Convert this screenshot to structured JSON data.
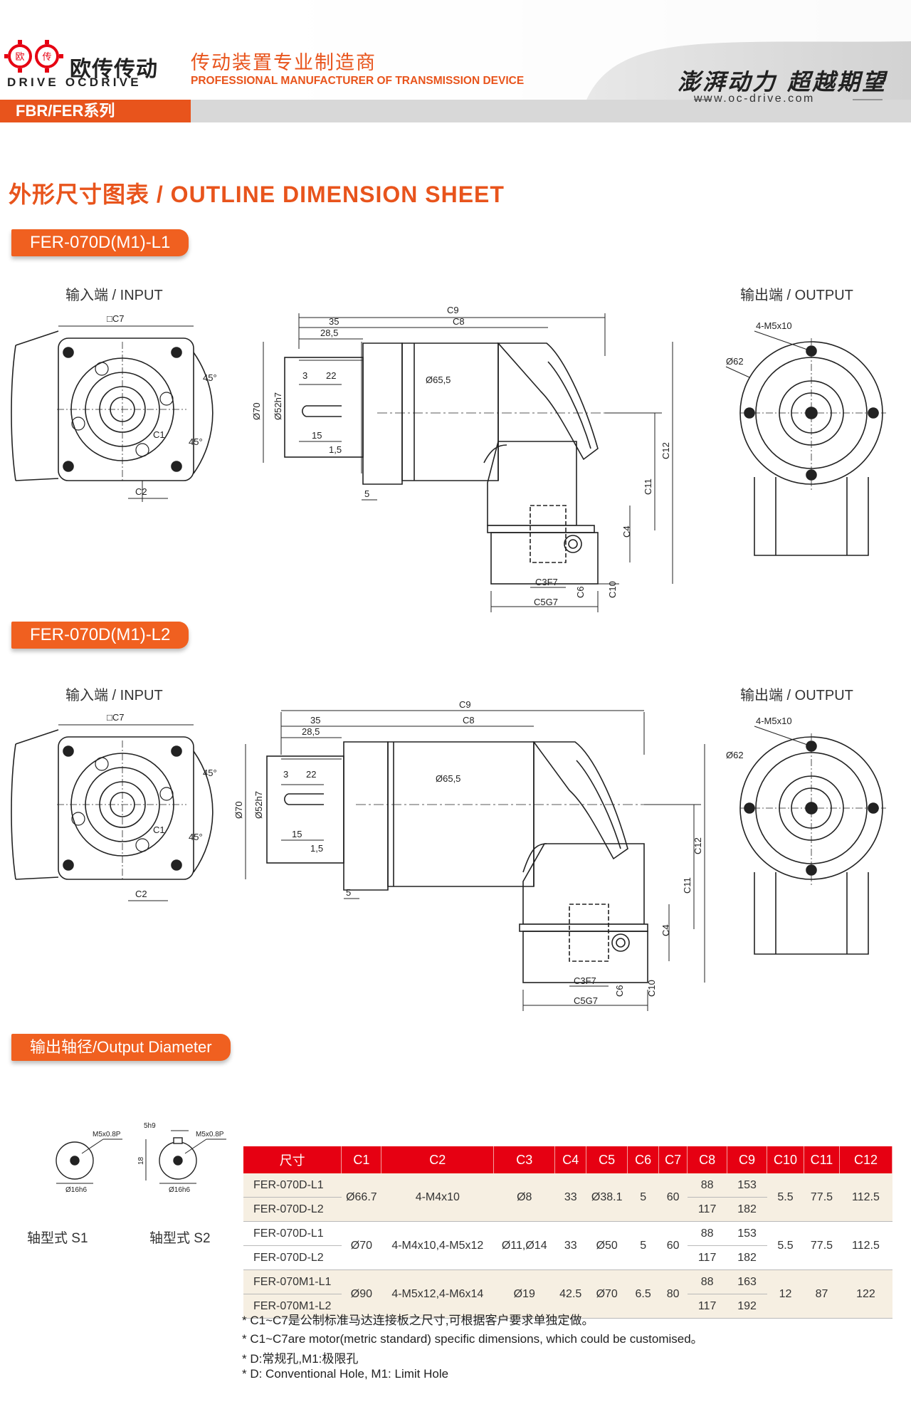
{
  "header": {
    "brand_cn": "欧传传动",
    "brand_en": "DRIVE OCDRIVE",
    "logo_text": "欧传",
    "tagline_cn": "传动装置专业制造商",
    "tagline_en": "PROFESSIONAL MANUFACTURER OF TRANSMISSION DEVICE",
    "slogan": "澎湃动力 超越期望",
    "website": "www.oc-drive.com",
    "series_tab": "FBR/FER系列"
  },
  "sheet_title": "外形尺寸图表 / OUTLINE DIMENSION SHEET",
  "sections": [
    {
      "badge": "FER-070D(M1)-L1",
      "input_label": "输入端 / INPUT",
      "output_label": "输出端 / OUTPUT"
    },
    {
      "badge": "FER-070D(M1)-L2",
      "input_label": "输入端 / INPUT",
      "output_label": "输出端 / OUTPUT"
    }
  ],
  "dims": {
    "c7": "□C7",
    "angle": "45°",
    "c1": "C1",
    "c2": "C2",
    "c9": "C9",
    "v35": "35",
    "c8": "C8",
    "v28_5": "28,5",
    "v3": "3",
    "v22": "22",
    "v15": "15",
    "v1_5": "1,5",
    "v5": "5",
    "d70": "Ø70",
    "d52": "Ø52h7",
    "d65": "Ø65,5",
    "c12": "C12",
    "c11": "C11",
    "c4": "C4",
    "c10": "C10",
    "c6": "C6",
    "c3": "C3F7",
    "c5": "C5G7",
    "m5": "4-M5x10",
    "d62": "Ø62"
  },
  "output_diameter": {
    "badge": "输出轴径/Output Diameter",
    "s1_label": "轴型式 S1",
    "s2_label": "轴型式 S2",
    "thread": "M5x0.8P",
    "dia": "Ø16h6",
    "key_w": "5h9",
    "key_h": "18"
  },
  "table": {
    "headers": [
      "尺寸",
      "C1",
      "C2",
      "C3",
      "C4",
      "C5",
      "C6",
      "C7",
      "C8",
      "C9",
      "C10",
      "C11",
      "C12"
    ],
    "groups": [
      {
        "rows": [
          {
            "model": "FER-070D-L1",
            "c8": "88",
            "c9": "153"
          },
          {
            "model": "FER-070D-L2",
            "c8": "117",
            "c9": "182"
          }
        ],
        "c1": "Ø66.7",
        "c2": "4-M4x10",
        "c3": "Ø8",
        "c4": "33",
        "c5": "Ø38.1",
        "c6": "5",
        "c7": "60",
        "c10": "5.5",
        "c11": "77.5",
        "c12": "112.5"
      },
      {
        "rows": [
          {
            "model": "FER-070D-L1",
            "c8": "88",
            "c9": "153"
          },
          {
            "model": "FER-070D-L2",
            "c8": "117",
            "c9": "182"
          }
        ],
        "c1": "Ø70",
        "c2": "4-M4x10,4-M5x12",
        "c3": "Ø11,Ø14",
        "c4": "33",
        "c5": "Ø50",
        "c6": "5",
        "c7": "60",
        "c10": "5.5",
        "c11": "77.5",
        "c12": "112.5"
      },
      {
        "rows": [
          {
            "model": "FER-070M1-L1",
            "c8": "88",
            "c9": "163"
          },
          {
            "model": "FER-070M1-L2",
            "c8": "117",
            "c9": "192"
          }
        ],
        "c1": "Ø90",
        "c2": "4-M5x12,4-M6x14",
        "c3": "Ø19",
        "c4": "42.5",
        "c5": "Ø70",
        "c6": "6.5",
        "c7": "80",
        "c10": "12",
        "c11": "87",
        "c12": "122"
      }
    ]
  },
  "notes": [
    "* C1~C7是公制标准马达连接板之尺寸,可根据客户要求单独定做。",
    "* C1~C7are motor(metric standard)  specific dimensions, which could be customised。",
    "* D:常规孔,M1:极限孔",
    "* D: Conventional Hole, M1: Limit Hole"
  ],
  "colors": {
    "accent": "#e8541c",
    "table_header": "#e60012",
    "band": "#f6efe2"
  }
}
